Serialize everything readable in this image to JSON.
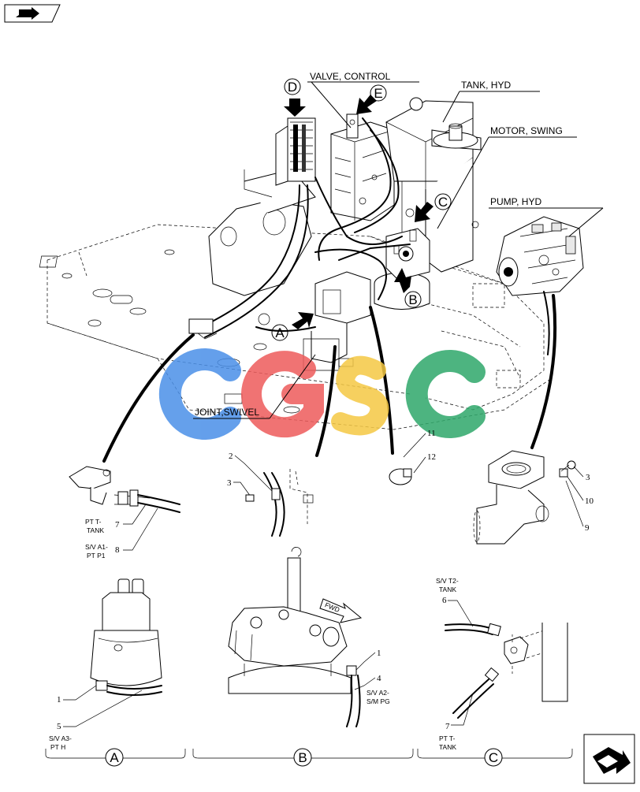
{
  "labels": {
    "valve_control": "VALVE, CONTROL",
    "tank_hyd": "TANK, HYD",
    "motor_swing": "MOTOR, SWING",
    "pump_hyd": "PUMP, HYD",
    "joint_swivel": "JOINT,SWIVEL"
  },
  "callouts": {
    "a": "A",
    "b": "B",
    "c": "C",
    "d": "D",
    "e": "E"
  },
  "watermark": {
    "text": "CGSC",
    "colors": [
      "#4a8fe8",
      "#ee5b5b",
      "#f5c844",
      "#2fa86a"
    ]
  },
  "detail_top": {
    "ptt_tank_1": "PT T-",
    "ptt_tank_2": "TANK",
    "sva1_1": "S/V A1-",
    "sva1_2": "PT P1",
    "n7": "7",
    "n8": "8",
    "n2": "2",
    "n3a": "3",
    "n11": "11",
    "n12": "12",
    "n3b": "3",
    "n10": "10",
    "n9": "9"
  },
  "detail_a": {
    "sva3_1": "S/V A3-",
    "sva3_2": "PT H",
    "n1": "1",
    "n5": "5",
    "section": "A"
  },
  "detail_b": {
    "fwd": "FWD",
    "sva2_1": "S/V A2-",
    "sva2_2": "S/M PG",
    "n1": "1",
    "n4": "4",
    "section": "B"
  },
  "detail_c": {
    "svt2_1": "S/V T2-",
    "svt2_2": "TANK",
    "ptt_1": "PT T-",
    "ptt_2": "TANK",
    "n6": "6",
    "n7": "7",
    "section": "C"
  },
  "icons": {
    "top_left": "book-arrow-icon",
    "bottom_right": "next-page-arrow-icon"
  }
}
